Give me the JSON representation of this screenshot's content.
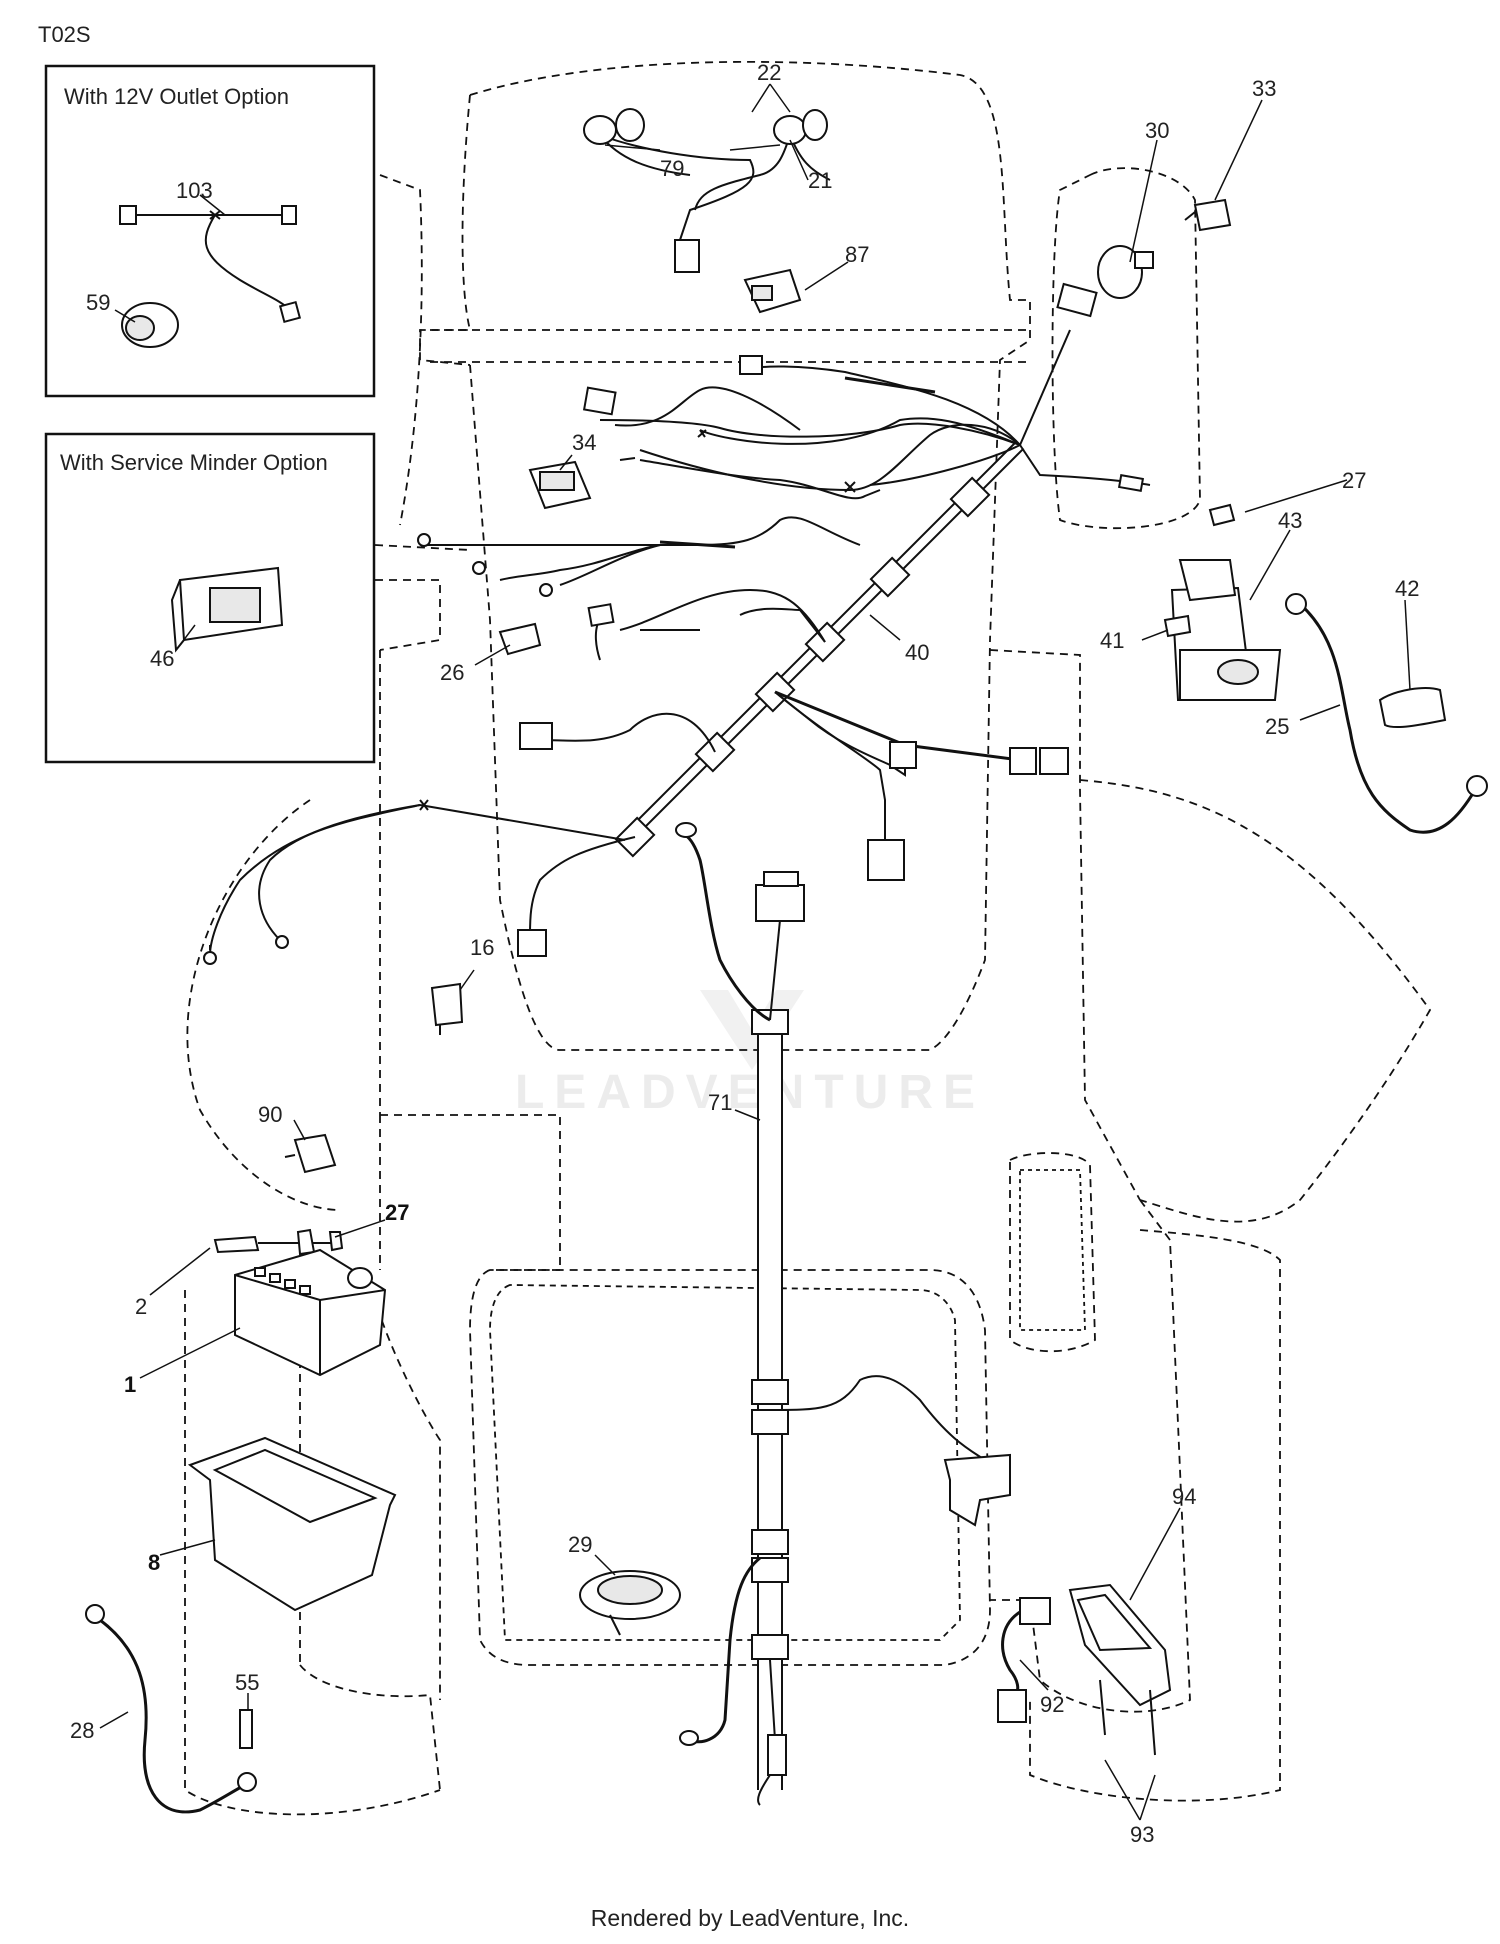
{
  "diagram": {
    "code": "T02S",
    "footer": "Rendered by LeadVenture, Inc.",
    "watermark": "LEADVENTURE",
    "option_boxes": [
      {
        "title": "With 12V Outlet Option"
      },
      {
        "title": "With Service Minder Option"
      }
    ],
    "callouts": {
      "p1": "1",
      "p2": "2",
      "p8": "8",
      "p16": "16",
      "p21": "21",
      "p22": "22",
      "p25": "25",
      "p26": "26",
      "p27a": "27",
      "p27b": "27",
      "p28": "28",
      "p29": "29",
      "p30": "30",
      "p33": "33",
      "p34": "34",
      "p40": "40",
      "p41": "41",
      "p42": "42",
      "p43": "43",
      "p46": "46",
      "p55": "55",
      "p59": "59",
      "p71": "71",
      "p79": "79",
      "p87": "87",
      "p90": "90",
      "p92": "92",
      "p93": "93",
      "p94": "94",
      "p103": "103"
    }
  }
}
